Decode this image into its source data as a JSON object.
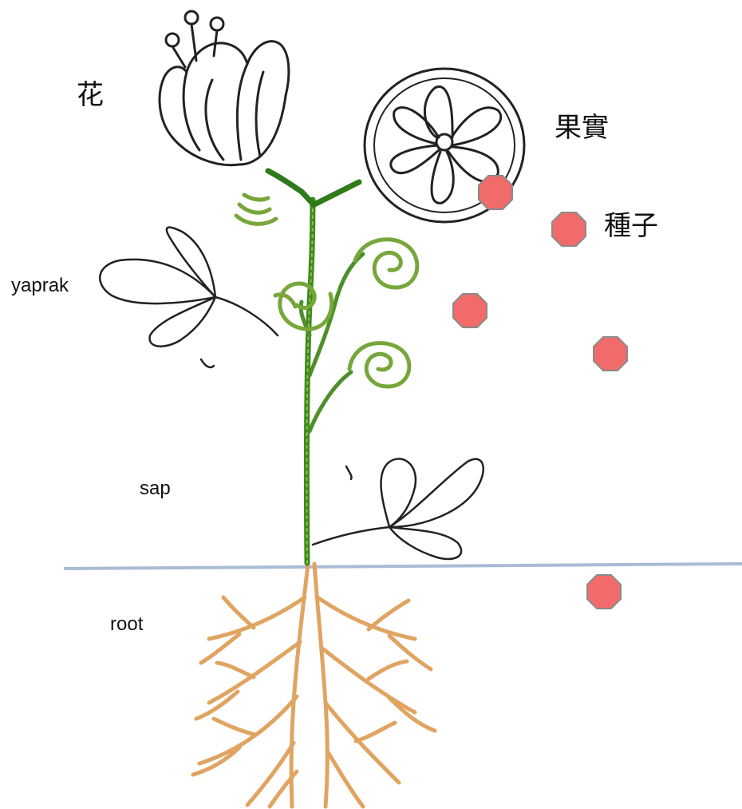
{
  "labels": {
    "flower": "花",
    "fruit": "果實",
    "seed": "種子",
    "leaf": "yaprak",
    "stem": "sap",
    "root": "root"
  },
  "colors": {
    "stem": "#3e8a1e",
    "tendril": "#77a63a",
    "root": "#e0a462",
    "ground_line": "#a9bcd4",
    "seed_fill": "#f26b6b",
    "seed_stroke": "#8a8a8a",
    "outline": "#222222"
  }
}
